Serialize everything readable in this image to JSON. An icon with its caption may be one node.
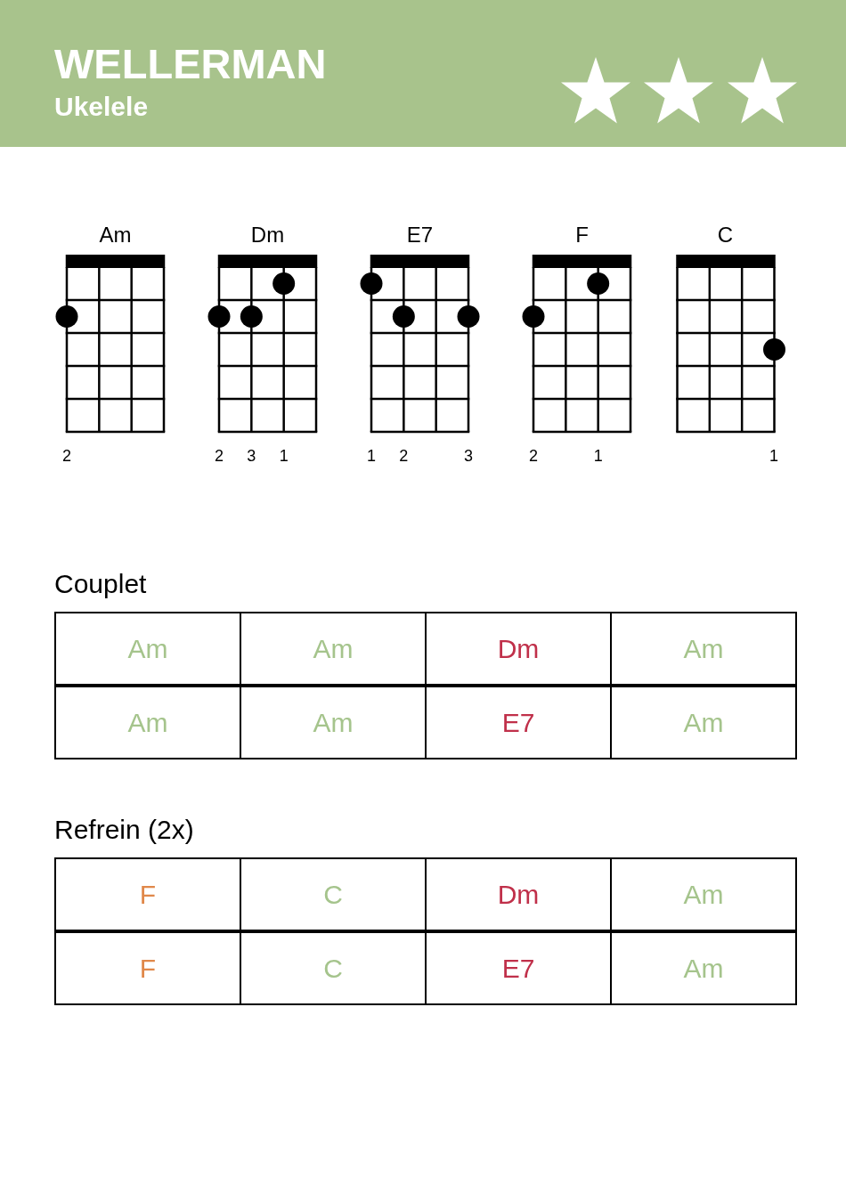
{
  "diagram": {
    "title": "WELLERMAN",
    "nodes": [
      {
        "text": [
          "Am"
        ],
        "beside": [
          "2"
        ]
      },
      {
        "text": [
          "Dm"
        ],
        "beside": [
          "2",
          "3",
          "1"
        ]
      },
      {
        "text": [
          "E7"
        ],
        "beside": [
          "1",
          "2",
          "3"
        ]
      },
      {
        "text": [
          "F"
        ],
        "beside": [
          "2",
          "1"
        ]
      },
      {
        "text": [
          "C"
        ],
        "beside": [
          "1"
        ]
      }
    ],
    "labels": [
      "Ukelele",
      "Couplet",
      "Am",
      "Am",
      "Dm",
      "Am",
      "Am",
      "Am",
      "E7",
      "Am",
      "Refrein (2x)",
      "F",
      "C",
      "Dm",
      "Am",
      "F",
      "C",
      "E7",
      "Am"
    ]
  }
}
